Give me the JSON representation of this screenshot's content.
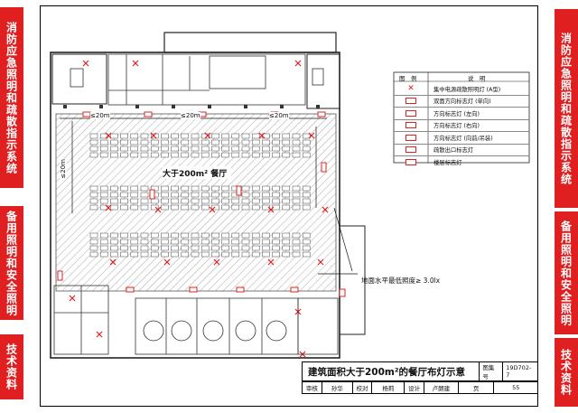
{
  "left_tab": {
    "label": "消防应急照明和疏散指示系统",
    "color": "#e02020"
  },
  "right_tabs": [
    {
      "label": "消防应急照明和疏散指示系统",
      "color": "#e02020"
    },
    {
      "label": "备用照明和安全照明",
      "color": "#e02020"
    },
    {
      "label": "技术资料",
      "color": "#e02020"
    }
  ],
  "left_tabs_lower": [
    {
      "label": "备用照明和安全照明"
    },
    {
      "label": "技术资料"
    }
  ],
  "plan": {
    "hall_label": "大于200m² 餐厅",
    "dim_labels": [
      "≤20m",
      "≤20m",
      "≤20m",
      "≤20m"
    ],
    "illuminance_note": "地面水平最低照度≥ 3.0lx"
  },
  "legend": {
    "col_symbol": "图　例",
    "col_desc": "说　明",
    "items": [
      {
        "symbol": "cross-x-icon",
        "text": "集中电源疏散照明灯 (A型)"
      },
      {
        "symbol": "exit-sign-icon",
        "text": "双面方向标志灯 (单向)"
      },
      {
        "symbol": "exit-sign-icon",
        "text": "方向标志灯 (左向)"
      },
      {
        "symbol": "exit-sign-icon",
        "text": "方向标志灯 (右向)"
      },
      {
        "symbol": "exit-sign-icon",
        "text": "方向标志灯 (向前/吊装)"
      },
      {
        "symbol": "exit-sign-icon",
        "text": "疏散出口标志灯"
      },
      {
        "symbol": "exit-sign-icon",
        "text": "楼层标志灯"
      }
    ]
  },
  "title_block": {
    "title": "建筑面积大于200m²的餐厅布灯示意",
    "atlas_label": "图集号",
    "atlas_no": "19D702-7",
    "row2": [
      "审核",
      "孙华",
      "校对",
      "杨莉",
      "设计",
      "卢朗建",
      "页",
      "55"
    ]
  },
  "colors": {
    "red": "#e02020",
    "hatch": "#9a9a9a",
    "line": "#222222"
  }
}
